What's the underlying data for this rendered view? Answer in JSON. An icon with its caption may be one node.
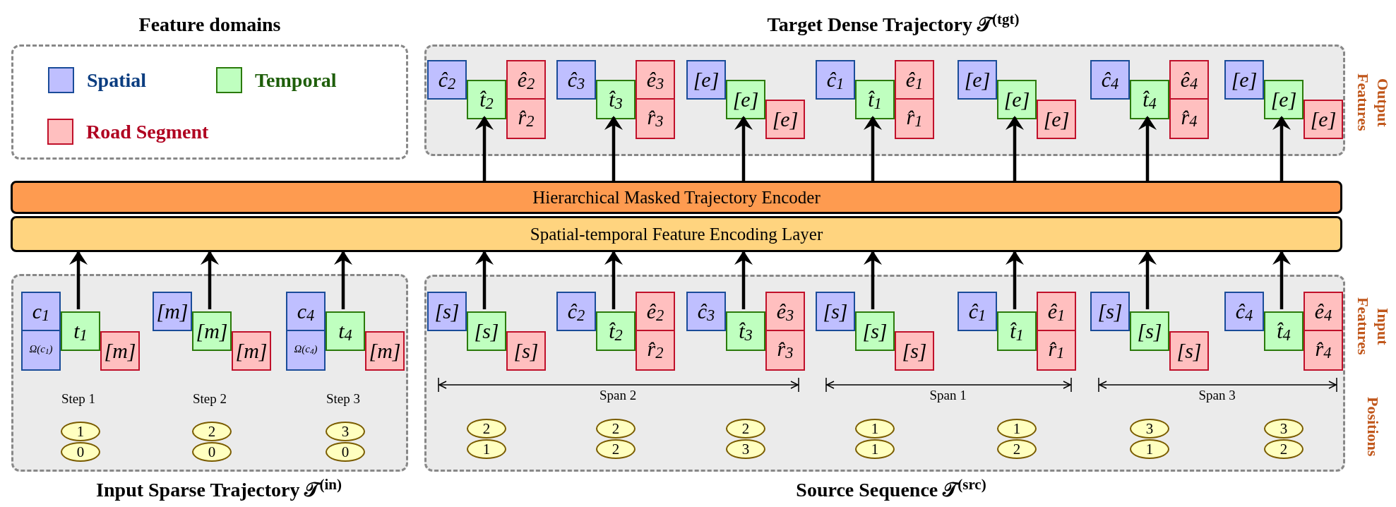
{
  "diagram": {
    "nodes": [
      {
        "text": [
          "Feature domains"
        ]
      },
      {
        "text": [
          "Target Dense Trajectory 𝒯$^{(tgt)}$"
        ],
        "beside": [
          "Output Features"
        ]
      },
      {
        "text": [
          "ĉ$_{2}$"
        ],
        "in": 1
      },
      {
        "text": [
          "t̂$_{2}$"
        ],
        "in": 1
      },
      {
        "text": [
          "ê$_{2}$",
          "r̂$_{2}$"
        ],
        "in": 1
      },
      {
        "text": [
          "ĉ$_{3}$"
        ],
        "in": 1
      },
      {
        "text": [
          "t̂$_{3}$"
        ],
        "in": 1
      },
      {
        "text": [
          "ê$_{3}$",
          "r̂$_{3}$"
        ],
        "in": 1
      },
      {
        "text": [
          "[e]"
        ],
        "in": 1
      },
      {
        "text": [
          "[e]"
        ],
        "in": 1
      },
      {
        "text": [
          "[e]"
        ],
        "in": 1
      },
      {
        "text": [
          "ĉ$_{1}$"
        ],
        "in": 1
      },
      {
        "text": [
          "t̂$_{1}$"
        ],
        "in": 1
      },
      {
        "text": [
          "ê$_{1}$",
          "r̂$_{1}$"
        ],
        "in": 1
      },
      {
        "text": [
          "[e]"
        ],
        "in": 1
      },
      {
        "text": [
          "[e]"
        ],
        "in": 1
      },
      {
        "text": [
          "[e]"
        ],
        "in": 1
      },
      {
        "text": [
          "ĉ$_{4}$"
        ],
        "in": 1
      },
      {
        "text": [
          "t̂$_{4}$"
        ],
        "in": 1
      },
      {
        "text": [
          "ê$_{4}$",
          "r̂$_{4}$"
        ],
        "in": 1
      },
      {
        "text": [
          "[e]"
        ],
        "in": 1
      },
      {
        "text": [
          "[e]"
        ],
        "in": 1
      },
      {
        "text": [
          "[e]"
        ],
        "in": 1
      },
      {
        "text": [
          "Hierarchical Masked Trajectory Encoder"
        ]
      },
      {
        "text": [
          "Spatial-temporal Feature Encoding Layer"
        ]
      },
      {
        "text": [
          "Input Sparse Trajectory 𝒯$^{(in)}$"
        ]
      },
      {
        "text": [
          "c$_{1}$",
          "Ω(c$_{1}$)"
        ],
        "in": 25
      },
      {
        "text": [
          "t$_{1}$"
        ],
        "in": 25
      },
      {
        "text": [
          "[m]"
        ],
        "in": 25
      },
      {
        "text": [
          "[m]"
        ],
        "in": 25
      },
      {
        "text": [
          "[m]"
        ],
        "in": 25
      },
      {
        "text": [
          "[m]"
        ],
        "in": 25
      },
      {
        "text": [
          "c$_{4}$",
          "Ω(c$_{4}$)"
        ],
        "in": 25
      },
      {
        "text": [
          "t$_{4}$"
        ],
        "in": 25
      },
      {
        "text": [
          "[m]"
        ],
        "in": 25
      },
      {
        "text": [
          "1"
        ],
        "in": 25
      },
      {
        "text": [
          "0"
        ],
        "in": 25
      },
      {
        "text": [
          "2"
        ],
        "in": 25
      },
      {
        "text": [
          "0"
        ],
        "in": 25
      },
      {
        "text": [
          "3"
        ],
        "in": 25
      },
      {
        "text": [
          "0"
        ],
        "in": 25
      },
      {
        "text": [
          "Source Sequence 𝒯$^{(src)}$"
        ],
        "beside": [
          "Input Features",
          "Positions"
        ]
      },
      {
        "text": [
          "[s]"
        ],
        "in": 41
      },
      {
        "text": [
          "[s]"
        ],
        "in": 41
      },
      {
        "text": [
          "[s]"
        ],
        "in": 41
      },
      {
        "text": [
          "ĉ$_{2}$"
        ],
        "in": 41
      },
      {
        "text": [
          "t̂$_{2}$"
        ],
        "in": 41
      },
      {
        "text": [
          "ê$_{2}$",
          "r̂$_{2}$"
        ],
        "in": 41
      },
      {
        "text": [
          "ĉ$_{3}$"
        ],
        "in": 41
      },
      {
        "text": [
          "t̂$_{3}$"
        ],
        "in": 41
      },
      {
        "text": [
          "ê$_{3}$",
          "r̂$_{3}$"
        ],
        "in": 41
      },
      {
        "text": [
          "[s]"
        ],
        "in": 41
      },
      {
        "text": [
          "[s]"
        ],
        "in": 41
      },
      {
        "text": [
          "[s]"
        ],
        "in": 41
      },
      {
        "text": [
          "ĉ$_{1}$"
        ],
        "in": 41
      },
      {
        "text": [
          "t̂$_{1}$"
        ],
        "in": 41
      },
      {
        "text": [
          "ê$_{1}$",
          "r̂$_{1}$"
        ],
        "in": 41
      },
      {
        "text": [
          "[s]"
        ],
        "in": 41
      },
      {
        "text": [
          "[s]"
        ],
        "in": 41
      },
      {
        "text": [
          "[s]"
        ],
        "in": 41
      },
      {
        "text": [
          "ĉ$_{4}$"
        ],
        "in": 41
      },
      {
        "text": [
          "t̂$_{4}$"
        ],
        "in": 41
      },
      {
        "text": [
          "ê$_{4}$",
          "r̂$_{4}$"
        ],
        "in": 41
      },
      {
        "text": [
          "2"
        ],
        "in": 41
      },
      {
        "text": [
          "1"
        ],
        "in": 41
      },
      {
        "text": [
          "2"
        ],
        "in": 41
      },
      {
        "text": [
          "2"
        ],
        "in": 41
      },
      {
        "text": [
          "2"
        ],
        "in": 41
      },
      {
        "text": [
          "3"
        ],
        "in": 41
      },
      {
        "text": [
          "1"
        ],
        "in": 41
      },
      {
        "text": [
          "1"
        ],
        "in": 41
      },
      {
        "text": [
          "1"
        ],
        "in": 41
      },
      {
        "text": [
          "2"
        ],
        "in": 41
      },
      {
        "text": [
          "3"
        ],
        "in": 41
      },
      {
        "text": [
          "1"
        ],
        "in": 41
      },
      {
        "text": [
          "3"
        ],
        "in": 41
      },
      {
        "text": [
          "2"
        ],
        "in": 41
      }
    ],
    "edges": [
      {
        "from": 23,
        "to": 3,
        "arrow": "to"
      },
      {
        "from": 23,
        "to": 6,
        "arrow": "to"
      },
      {
        "from": 23,
        "to": 9,
        "arrow": "to"
      },
      {
        "from": 23,
        "to": 12,
        "arrow": "to"
      },
      {
        "from": 23,
        "to": 15,
        "arrow": "to"
      },
      {
        "from": 23,
        "to": 18,
        "arrow": "to"
      },
      {
        "from": 23,
        "to": 21,
        "arrow": "to"
      },
      {
        "from": 27,
        "to": 24,
        "arrow": "to"
      },
      {
        "from": 30,
        "to": 24,
        "arrow": "to"
      },
      {
        "from": 33,
        "to": 24,
        "arrow": "to"
      },
      {
        "from": 43,
        "to": 24,
        "arrow": "to"
      },
      {
        "from": 46,
        "to": 24,
        "arrow": "to"
      },
      {
        "from": 49,
        "to": 24,
        "arrow": "to"
      },
      {
        "from": 52,
        "to": 24,
        "arrow": "to"
      },
      {
        "from": 55,
        "to": 24,
        "arrow": "to"
      },
      {
        "from": 58,
        "to": 24,
        "arrow": "to"
      },
      {
        "from": 61,
        "to": 24,
        "arrow": "to"
      }
    ],
    "labels": [
      "Step 1",
      "Step 2",
      "Step 3",
      "Span 2",
      "Span 1",
      "Span 3"
    ],
    "legend": [
      {
        "text": "Spatial",
        "color": "#bfbfff"
      },
      {
        "text": "Temporal",
        "color": "#bfffbf"
      },
      {
        "text": "Road Segment",
        "color": "#ffbfbf"
      }
    ]
  }
}
